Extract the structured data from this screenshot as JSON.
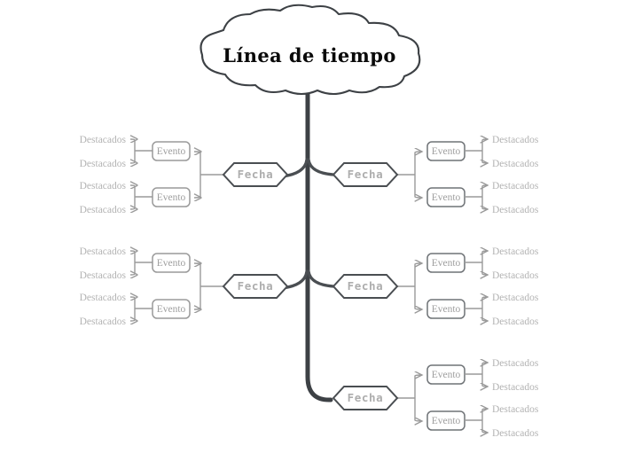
{
  "diagram": {
    "type": "mind-map-timeline",
    "background_color": "#ffffff",
    "root": {
      "label": "Línea de tiempo",
      "shape": "cloud",
      "text_color": "#0a0a0a",
      "outline_color": "#3d4145"
    },
    "colors": {
      "trunk": "#3d4145",
      "branch": "#55595d",
      "fecha_border": "#4a4e52",
      "fecha_text": "#adadad",
      "evento_border": "#9a9a9a",
      "evento_text": "#9e9e9e",
      "destacado_text": "#b3b3b3",
      "connector": "#9a9a9a"
    },
    "labels": {
      "fecha": "Fecha",
      "evento": "Evento",
      "destacado": "Destacados"
    },
    "branches": [
      {
        "id": "branch-left-1",
        "side": "left",
        "fecha": "Fecha",
        "eventos": [
          {
            "label": "Evento",
            "destacados": [
              "Destacados",
              "Destacados"
            ]
          },
          {
            "label": "Evento",
            "destacados": [
              "Destacados",
              "Destacados"
            ]
          }
        ]
      },
      {
        "id": "branch-right-1",
        "side": "right",
        "fecha": "Fecha",
        "eventos": [
          {
            "label": "Evento",
            "destacados": [
              "Destacados",
              "Destacados"
            ]
          },
          {
            "label": "Evento",
            "destacados": [
              "Destacados",
              "Destacados"
            ]
          }
        ]
      },
      {
        "id": "branch-left-2",
        "side": "left",
        "fecha": "Fecha",
        "eventos": [
          {
            "label": "Evento",
            "destacados": [
              "Destacados",
              "Destacados"
            ]
          },
          {
            "label": "Evento",
            "destacados": [
              "Destacados",
              "Destacados"
            ]
          }
        ]
      },
      {
        "id": "branch-right-2",
        "side": "right",
        "fecha": "Fecha",
        "eventos": [
          {
            "label": "Evento",
            "destacados": [
              "Destacados",
              "Destacados"
            ]
          },
          {
            "label": "Evento",
            "destacados": [
              "Destacados",
              "Destacados"
            ]
          }
        ]
      },
      {
        "id": "branch-right-3",
        "side": "right",
        "fecha": "Fecha",
        "eventos": [
          {
            "label": "Evento",
            "destacados": [
              "Destacados",
              "Destacados"
            ]
          },
          {
            "label": "Evento",
            "destacados": [
              "Destacados",
              "Destacados"
            ]
          }
        ]
      }
    ]
  }
}
